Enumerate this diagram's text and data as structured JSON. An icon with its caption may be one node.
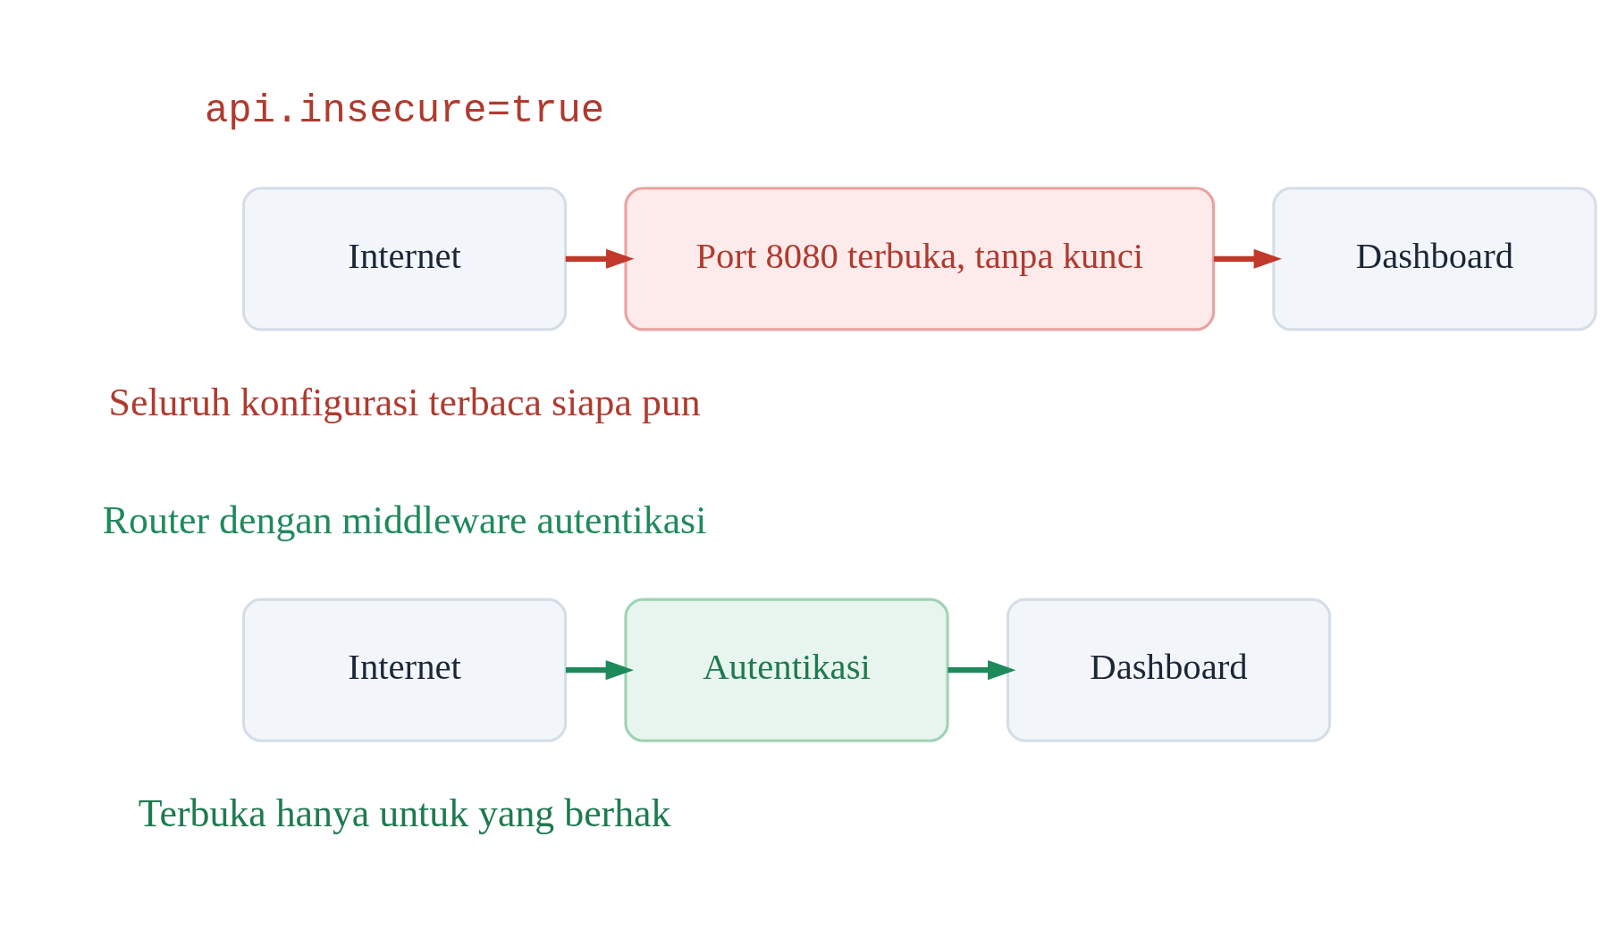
{
  "diagram": {
    "nodes": [
      {
        "text": [
          "Internet"
        ]
      },
      {
        "text": [
          "Port 8080 terbuka, tanpa kunci"
        ]
      },
      {
        "text": [
          "Dashboard"
        ]
      },
      {
        "text": [
          "Internet"
        ]
      },
      {
        "text": [
          "Autentikasi"
        ]
      },
      {
        "text": [
          "Dashboard"
        ]
      }
    ],
    "edges": [
      {
        "from": 0,
        "to": 1,
        "arrow": "to",
        "color": "#c0392b"
      },
      {
        "from": 1,
        "to": 2,
        "arrow": "to",
        "color": "#c0392b"
      },
      {
        "from": 3,
        "to": 4,
        "arrow": "to",
        "color": "#1e8a5a"
      },
      {
        "from": 4,
        "to": 5,
        "arrow": "to",
        "color": "#1e8a5a"
      }
    ],
    "labels": [
      "api.insecure=true",
      "Seluruh konfigurasi terbaca siapa pun",
      "Router dengan middleware autentikasi",
      "Terbuka hanya untuk yang berhak"
    ]
  }
}
